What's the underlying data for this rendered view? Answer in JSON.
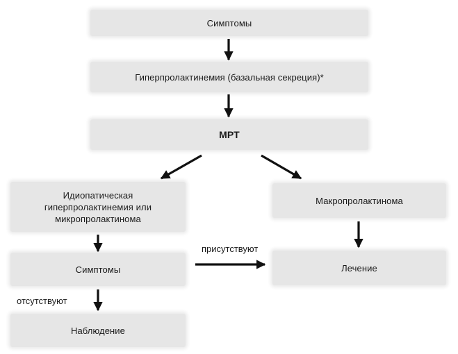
{
  "diagram": {
    "symptoms_top": "Симптомы",
    "hyperprolactinemia": "Гиперпролактинемия (базальная секреция)*",
    "mri": "МРТ",
    "idiopathic": [
      "Идиопатическая",
      "гиперпролактинемия или",
      "микропролактинома"
    ],
    "macroprolactinoma": "Макропролактинома",
    "symptoms_left": "Симптомы",
    "treatment": "Лечение",
    "observation": "Наблюдение",
    "label_present": "присутствуют",
    "label_absent": "отсутствуют"
  }
}
